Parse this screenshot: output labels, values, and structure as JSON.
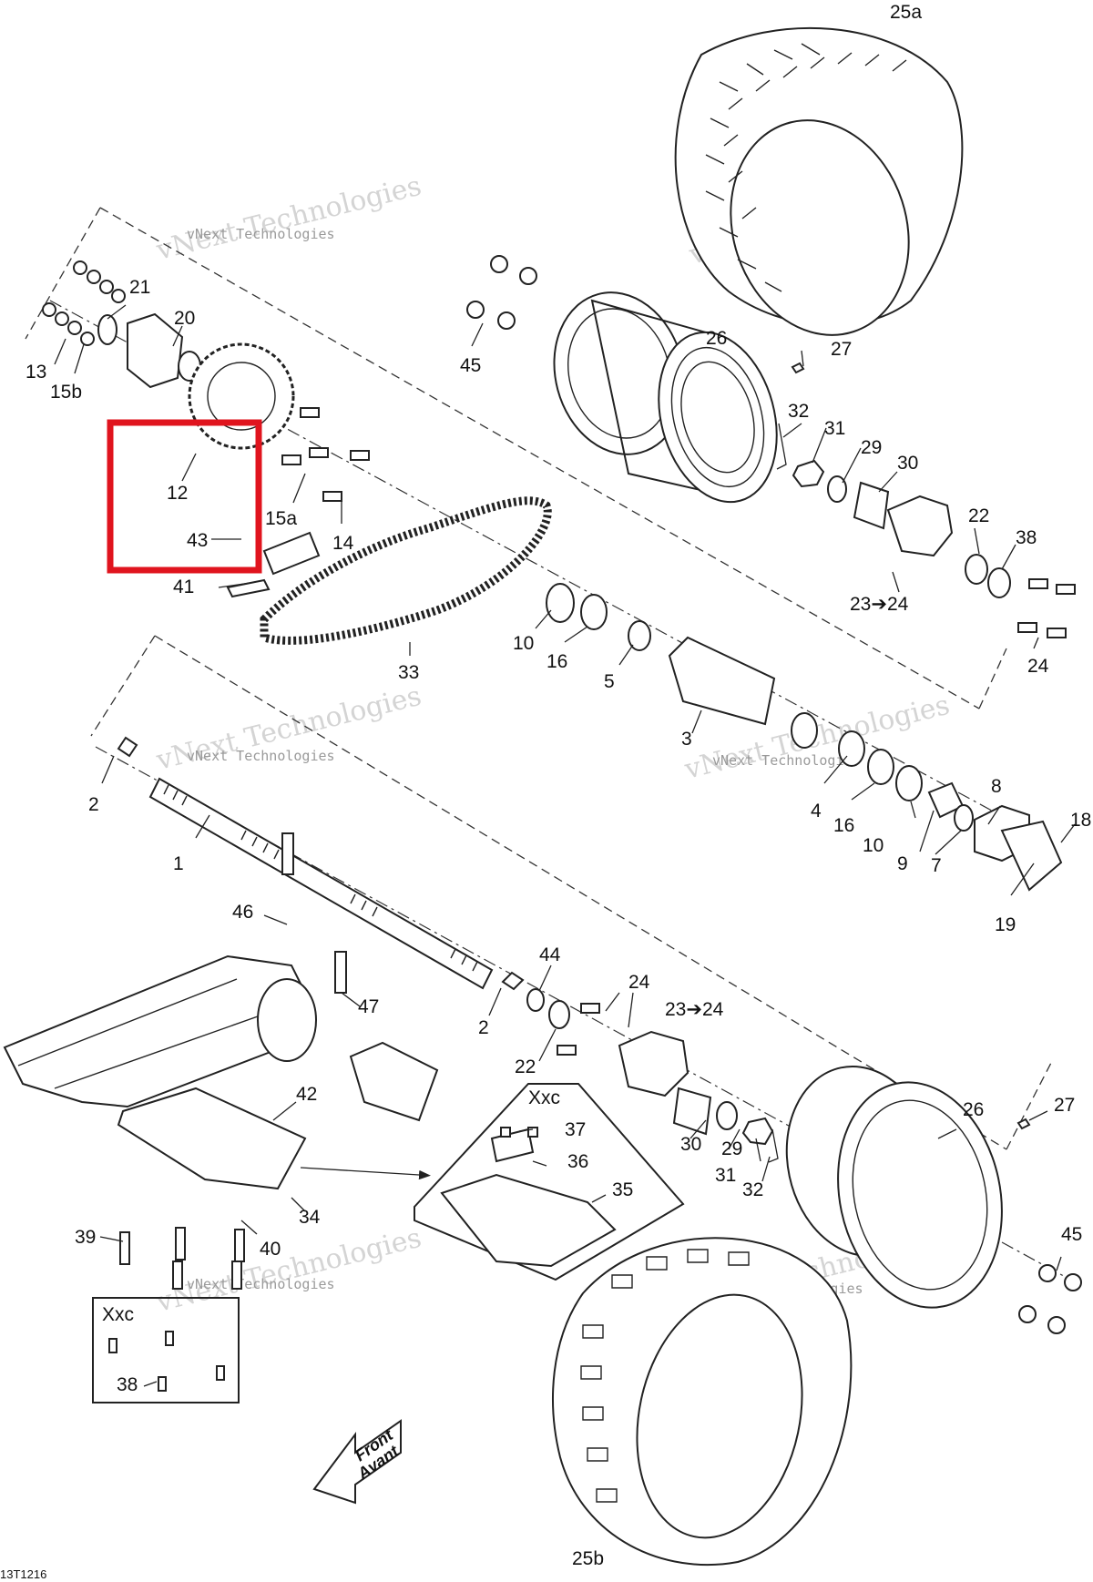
{
  "diagram": {
    "drawing_code": "13T1216",
    "watermark_text": "vNext Technologies",
    "callouts": {
      "c25a": "25a",
      "c25b": "25b",
      "c21": "21",
      "c20": "20",
      "c13": "13",
      "c15b": "15b",
      "c12": "12",
      "c15a": "15a",
      "c14": "14",
      "c43": "43",
      "c41": "41",
      "c45a": "45",
      "c45b": "45",
      "c26a": "26",
      "c26b": "26",
      "c27a": "27",
      "c27b": "27",
      "c32a": "32",
      "c32b": "32",
      "c31a": "31",
      "c31b": "31",
      "c29a": "29",
      "c29b": "29",
      "c30a": "30",
      "c30b": "30",
      "c22a": "22",
      "c22b": "22",
      "c38a": "38",
      "c38b": "38",
      "c2324a": "23➔24",
      "c2324b": "23➔24",
      "c24a": "24",
      "c24b": "24",
      "c10a": "10",
      "c10b": "10",
      "c16a": "16",
      "c16b": "16",
      "c5": "5",
      "c33": "33",
      "c3": "3",
      "c4": "4",
      "c8": "8",
      "c18": "18",
      "c9": "9",
      "c7": "7",
      "c19": "19",
      "c2a": "2",
      "c2b": "2",
      "c1": "1",
      "c46": "46",
      "c47": "47",
      "c44": "44",
      "c42": "42",
      "c37": "37",
      "c36": "36",
      "c35": "35",
      "c34": "34",
      "c39": "39",
      "c40": "40"
    },
    "kit_labels": {
      "kit_upper": "Xxc",
      "kit_lower": "Xxc"
    },
    "front_arrow": {
      "line1": "Front",
      "line2": "Avant"
    }
  },
  "highlight": {
    "color": "#e0141e",
    "target": "12"
  }
}
